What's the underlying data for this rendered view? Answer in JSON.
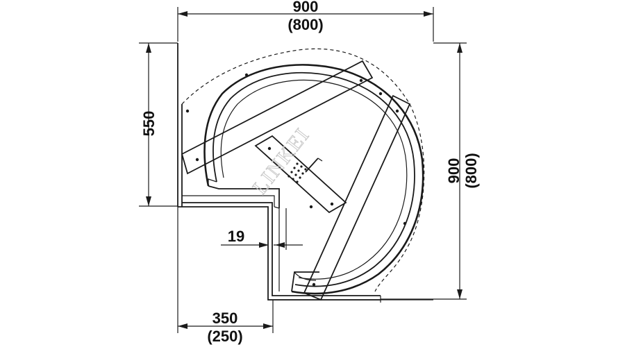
{
  "dimensions": {
    "top_width": "900",
    "top_width_alt": "(800)",
    "left_height": "550",
    "right_height": "900",
    "right_height_alt": "(800)",
    "gap": "19",
    "bottom_width": "350",
    "bottom_width_alt": "(250)"
  },
  "watermark": "LINKEI",
  "colors": {
    "line": "#1a1a1a",
    "shelf_edge": "#6b5a4a",
    "watermark": "#c9c9c9"
  }
}
